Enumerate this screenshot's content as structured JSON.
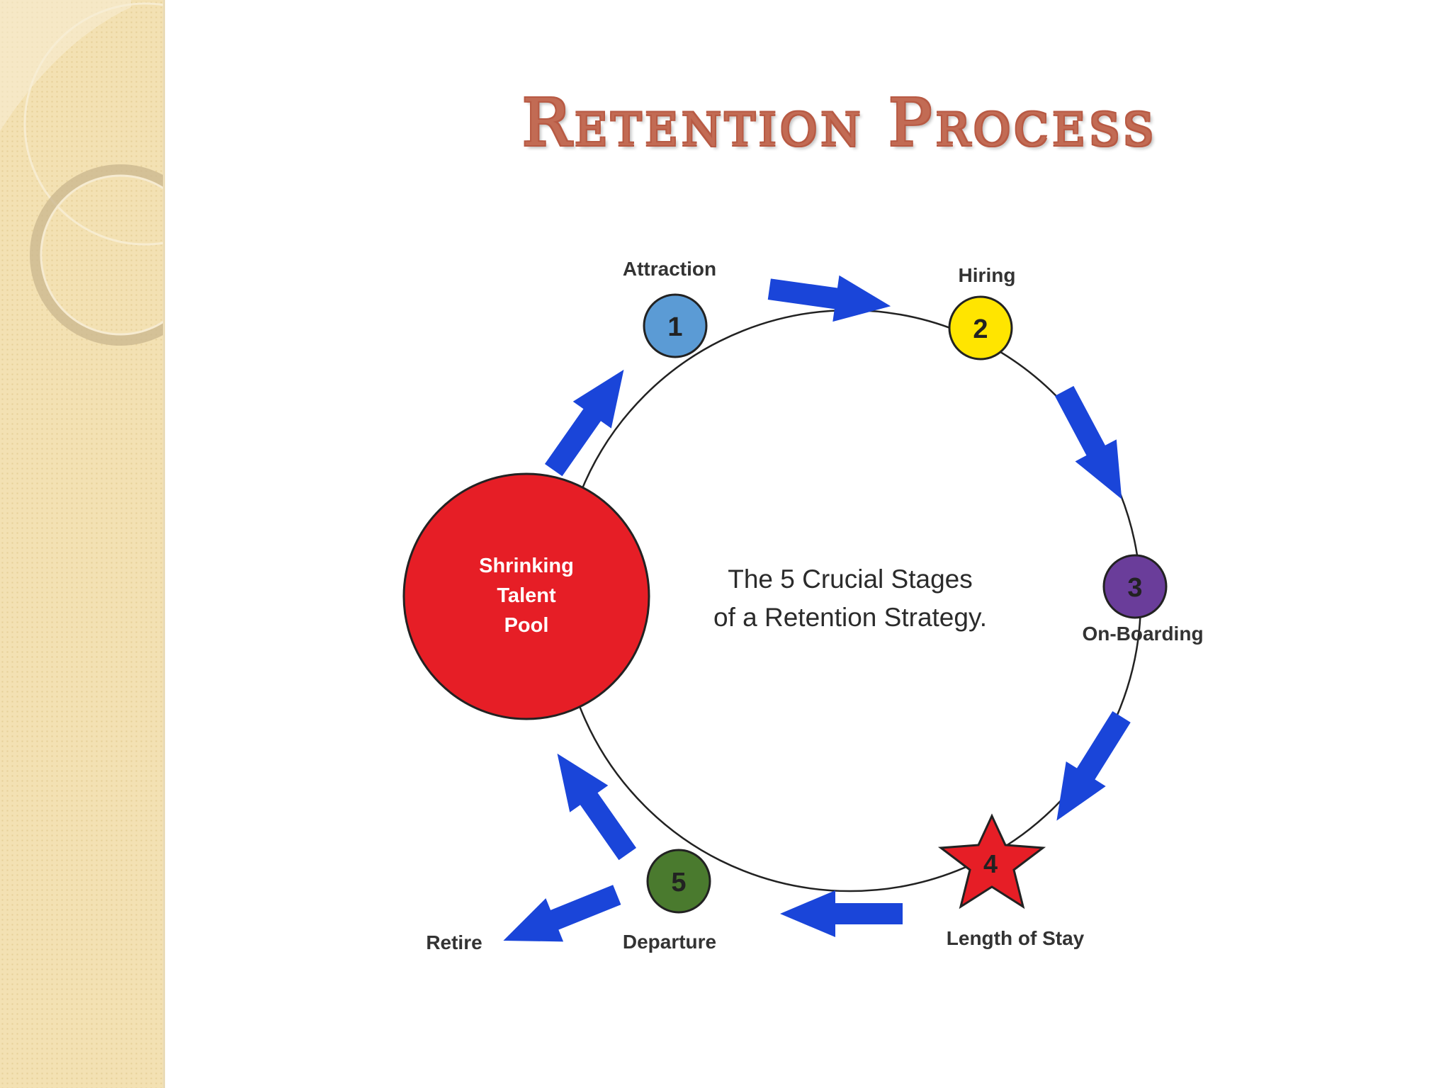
{
  "title": "Retention Process",
  "diagram": {
    "center_text": [
      "The 5 Crucial Stages",
      "of a Retention Strategy."
    ],
    "pool_label": [
      "Shrinking",
      "Talent",
      "Pool"
    ],
    "stages": [
      {
        "number": "1",
        "label": "Attraction",
        "color": "#5b9bd5",
        "shape": "circle"
      },
      {
        "number": "2",
        "label": "Hiring",
        "color": "#ffe500",
        "shape": "circle"
      },
      {
        "number": "3",
        "label": "On-Boarding",
        "color": "#6a3d9a",
        "shape": "circle"
      },
      {
        "number": "4",
        "label": "Length of Stay",
        "color": "#e61e26",
        "shape": "star"
      },
      {
        "number": "5",
        "label": "Departure",
        "color": "#4a7a2e",
        "shape": "circle"
      }
    ],
    "exit_label": "Retire",
    "colors": {
      "arrow": "#1a45d9",
      "pool": "#e61e26",
      "title": "#c26b54"
    }
  }
}
